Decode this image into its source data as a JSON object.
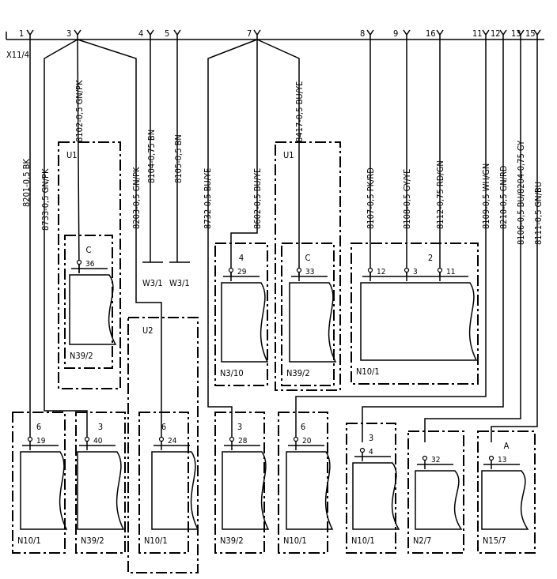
{
  "connector": {
    "name": "X11/4"
  },
  "terminals": [
    "1",
    "3",
    "4",
    "5",
    "7",
    "8",
    "9",
    "16",
    "11",
    "12",
    "13",
    "15"
  ],
  "wires": [
    "8201-0,5 BK",
    "8733-0,5 GN/PK",
    "8102-0,5 GN/PK",
    "8203-0,5 GN/PK",
    "8104-0,75 BN",
    "8105-0,5 BN",
    "8732-0,5 BU/YE",
    "8602-0,5 BU/YE",
    "8417-0,5 BU/YE",
    "8107-0,5 PK/RD",
    "8108-0,5 GY/YE",
    "8112-0,75 RD/GN",
    "8109-0,5 WH/GN",
    "8210-0,5 GN/RD",
    "8106-0,5 BU/8204-0,75 GY",
    "8111-0,5 GN/BU"
  ],
  "grounds": [
    "W3/1",
    "W3/1"
  ],
  "groups": [
    "U1",
    "U2",
    "U1"
  ],
  "components": [
    {
      "plug": "C",
      "pins": [
        "36"
      ],
      "name": "N39/2"
    },
    {
      "plug": "4",
      "pins": [
        "29"
      ],
      "name": "N3/10"
    },
    {
      "plug": "C",
      "pins": [
        "33"
      ],
      "name": "N39/2"
    },
    {
      "plug": "2",
      "pins": [
        "12",
        "3",
        "11"
      ],
      "name": "N10/1"
    },
    {
      "plug": "6",
      "pins": [
        "19"
      ],
      "name": "N10/1"
    },
    {
      "plug": "3",
      "pins": [
        "40"
      ],
      "name": "N39/2"
    },
    {
      "plug": "6",
      "pins": [
        "24"
      ],
      "name": "N10/1"
    },
    {
      "plug": "3",
      "pins": [
        "28"
      ],
      "name": "N39/2"
    },
    {
      "plug": "6",
      "pins": [
        "20"
      ],
      "name": "N10/1"
    },
    {
      "plug": "3",
      "pins": [
        "4"
      ],
      "name": "N10/1"
    },
    {
      "plug": "",
      "pins": [
        "32"
      ],
      "name": "N2/7"
    },
    {
      "plug": "A",
      "pins": [
        "13"
      ],
      "name": "N15/7"
    }
  ]
}
